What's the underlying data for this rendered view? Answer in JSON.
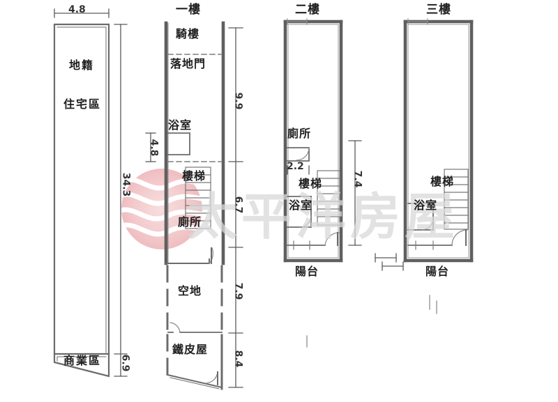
{
  "document": {
    "type": "floor-plan",
    "watermark_text": "太平洋房屋",
    "watermark_color": "#e8a0a4",
    "line_color": "#6b6b6b",
    "text_color": "#1f1f1f"
  },
  "land": {
    "title_top_dim": "4.8",
    "zone_upper_label_1": "地籍",
    "zone_upper_label_2": "住宅區",
    "zone_lower_label": "商業區",
    "dim_left_long": "34.3",
    "dim_left_short": "6.9"
  },
  "floors": [
    {
      "id": "floor-1",
      "title": "一樓",
      "rooms": [
        "騎樓",
        "落地門",
        "浴室",
        "樓梯",
        "廁所",
        "空地",
        "鐵皮屋"
      ],
      "dims_right": [
        "9.9",
        "6.7",
        "7.9",
        "8.4"
      ],
      "dims_left": [
        "4.8"
      ]
    },
    {
      "id": "floor-2",
      "title": "二樓",
      "rooms": [
        "廁所",
        "樓梯",
        "浴室",
        "陽台"
      ],
      "dims_right": [
        "7.4"
      ],
      "dims_inline": [
        "2.2"
      ]
    },
    {
      "id": "floor-3",
      "title": "三樓",
      "rooms": [
        "樓梯",
        "浴室",
        "陽台"
      ],
      "dims_right": [],
      "dims_inline": []
    }
  ],
  "labels": {
    "f1_title": "一樓",
    "f1_r0": "騎樓",
    "f1_r1": "落地門",
    "f1_r2": "浴室",
    "f1_r3": "樓梯",
    "f1_r4": "廁所",
    "f1_r5": "空地",
    "f1_r6": "鐵皮屋",
    "f1_d0": "9.9",
    "f1_d1": "6.7",
    "f1_d2": "7.9",
    "f1_d3": "8.4",
    "f1_dl0": "4.8",
    "f2_title": "二樓",
    "f2_r0": "廁所",
    "f2_r1": "樓梯",
    "f2_r2": "浴室",
    "f2_r3": "陽台",
    "f2_d0": "7.4",
    "f2_i0": "2.2",
    "f3_title": "三樓",
    "f3_r0": "樓梯",
    "f3_r1": "浴室",
    "f3_r2": "陽台",
    "land_top": "4.8",
    "land_z1": "地籍",
    "land_z2": "住宅區",
    "land_z3": "商業區",
    "land_d0": "34.3",
    "land_d1": "6.9"
  }
}
